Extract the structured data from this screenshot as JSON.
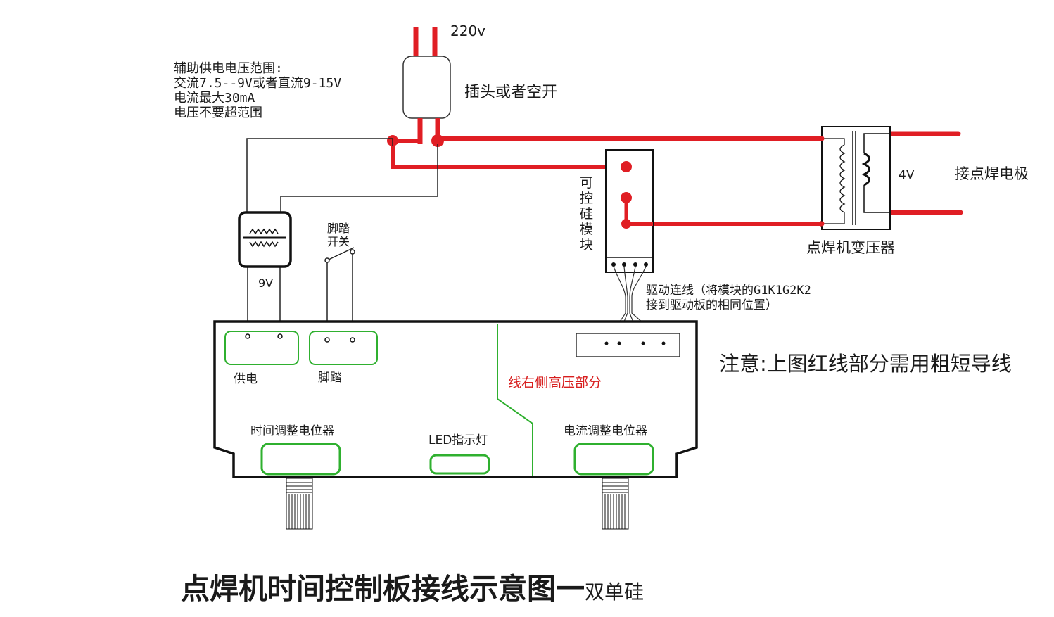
{
  "labels": {
    "supply_voltage": "220v",
    "plug_label": "插头或者空开",
    "aux_note": [
      "辅助供电电压范围:",
      "交流7.5--9V或者直流9-15V",
      "电流最大30mA",
      "电压不要超范围"
    ],
    "foot_switch": [
      "脚踏",
      "开关"
    ],
    "scr_module": [
      "可",
      "控",
      "硅",
      "模",
      "块"
    ],
    "drive_wire": [
      "驱动连线（将模块的G1K1G2K2",
      "接到驱动板的相同位置）"
    ],
    "secondary_voltage": "4V",
    "electrode": "接点焊电极",
    "transformer": "点焊机变压器",
    "aux_voltage": "9V",
    "board_power": "供电",
    "board_pedal": "脚踏",
    "high_voltage_side": "线右侧高压部分",
    "note": "注意:上图红线部分需用粗短导线",
    "time_pot": "时间调整电位器",
    "led": "LED指示灯",
    "current_pot": "电流调整电位器",
    "title_main": "点焊机时间控制板接线示意图一",
    "title_suffix": "双单硅"
  },
  "colors": {
    "thick_wire": "#e01e24",
    "green_outline": "#2fb02f",
    "black": "#111111"
  }
}
